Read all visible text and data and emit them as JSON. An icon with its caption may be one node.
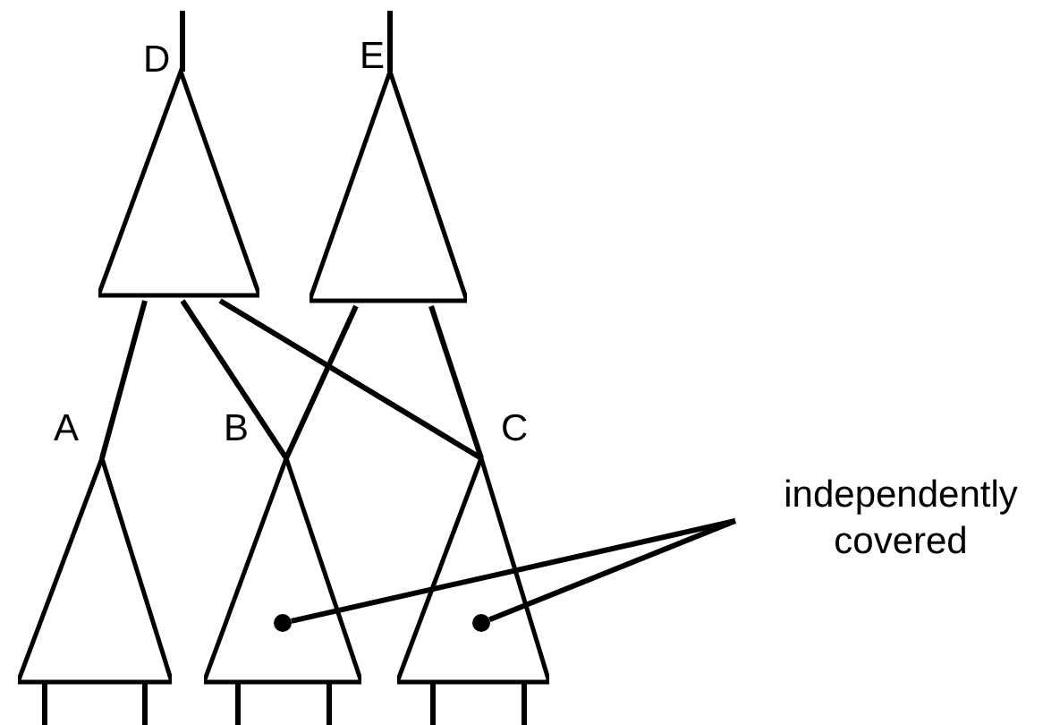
{
  "diagram": {
    "nodes": [
      {
        "text": [
          "D"
        ]
      },
      {
        "text": [
          "E"
        ]
      },
      {
        "text": [
          "A"
        ]
      },
      {
        "text": [
          "B"
        ]
      },
      {
        "text": [
          "C"
        ]
      },
      {
        "text": [
          "independently covered"
        ]
      },
      {
        "text": [],
        "shape": "circle",
        "in": 3
      },
      {
        "text": [],
        "shape": "circle",
        "in": 4
      }
    ],
    "edges": [
      {
        "from": 0,
        "to": null,
        "arrow": "none"
      },
      {
        "from": 1,
        "to": null,
        "arrow": "none"
      },
      {
        "from": 0,
        "to": 2,
        "arrow": "none"
      },
      {
        "from": 0,
        "to": 3,
        "arrow": "none"
      },
      {
        "from": 0,
        "to": 4,
        "arrow": "none"
      },
      {
        "from": 1,
        "to": 3,
        "arrow": "none"
      },
      {
        "from": 1,
        "to": 4,
        "arrow": "none"
      },
      {
        "from": 2,
        "to": null,
        "arrow": "none"
      },
      {
        "from": 2,
        "to": null,
        "arrow": "none"
      },
      {
        "from": 3,
        "to": null,
        "arrow": "none"
      },
      {
        "from": 3,
        "to": null,
        "arrow": "none"
      },
      {
        "from": 4,
        "to": null,
        "arrow": "none"
      },
      {
        "from": 4,
        "to": null,
        "arrow": "none"
      },
      {
        "from": 5,
        "to": 6,
        "arrow": "none"
      },
      {
        "from": 5,
        "to": 7,
        "arrow": "none"
      }
    ]
  }
}
